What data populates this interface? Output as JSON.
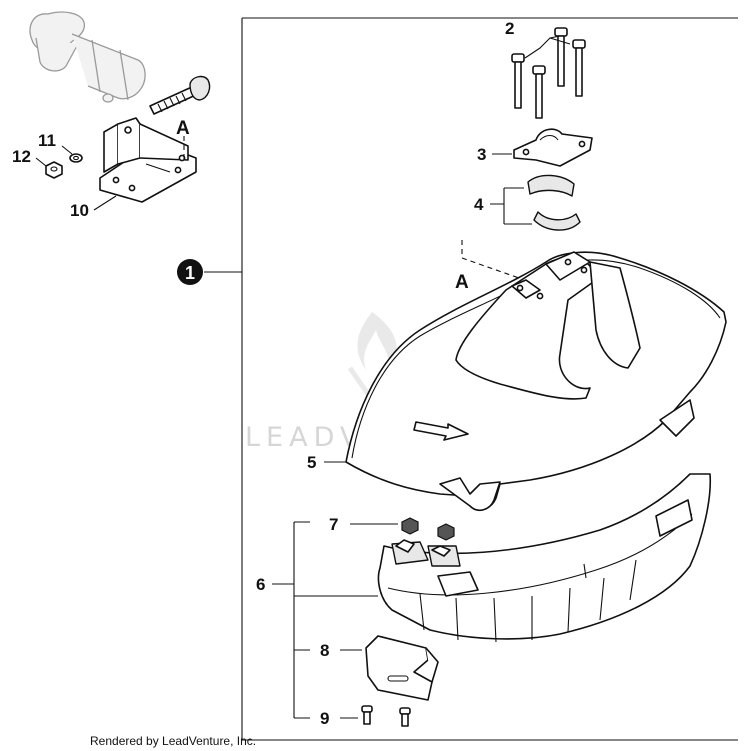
{
  "callouts": {
    "c1": "1",
    "c2": "2",
    "c3": "3",
    "c4": "4",
    "c5": "5",
    "c6": "6",
    "c7": "7",
    "c8": "8",
    "c9": "9",
    "c10": "10",
    "c11": "11",
    "c12": "12"
  },
  "references": {
    "top": "A",
    "mid": "A"
  },
  "watermark": "LEADVENTURE",
  "footer": "Rendered by LeadVenture, Inc."
}
